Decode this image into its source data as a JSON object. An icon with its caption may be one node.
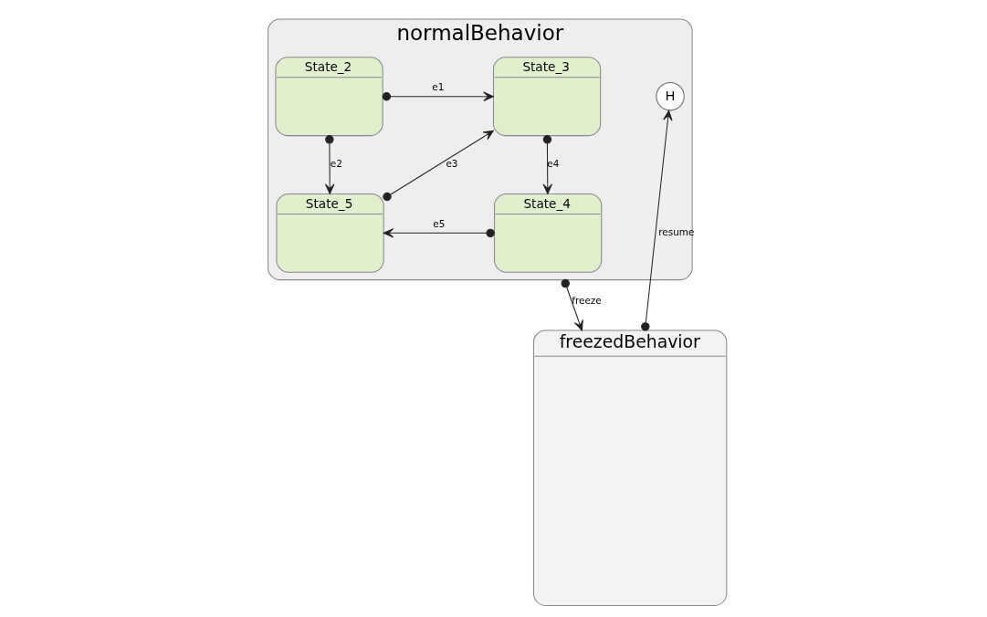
{
  "diagram": {
    "nodes": [
      {
        "text": [
          "normalBehavior"
        ]
      },
      {
        "text": [
          "H"
        ],
        "in": 0
      },
      {
        "text": [
          "State_2"
        ],
        "in": 0
      },
      {
        "text": [
          "State_3"
        ],
        "in": 0
      },
      {
        "text": [
          "State_5"
        ],
        "in": 0
      },
      {
        "text": [
          "State_4"
        ],
        "in": 0
      },
      {
        "text": [
          "freezedBehavior"
        ]
      }
    ],
    "edges": [
      {
        "from": 2,
        "to": 3,
        "arrow": "to",
        "label": "e1"
      },
      {
        "from": 2,
        "to": 4,
        "arrow": "to",
        "label": "e2"
      },
      {
        "from": 4,
        "to": 3,
        "arrow": "to",
        "label": "e3"
      },
      {
        "from": 3,
        "to": 5,
        "arrow": "to",
        "label": "e4"
      },
      {
        "from": 5,
        "to": 4,
        "arrow": "to",
        "label": "e5"
      },
      {
        "from": 0,
        "to": 6,
        "arrow": "to",
        "label": "freeze"
      },
      {
        "from": 6,
        "to": 1,
        "arrow": "to",
        "label": "resume"
      }
    ]
  }
}
